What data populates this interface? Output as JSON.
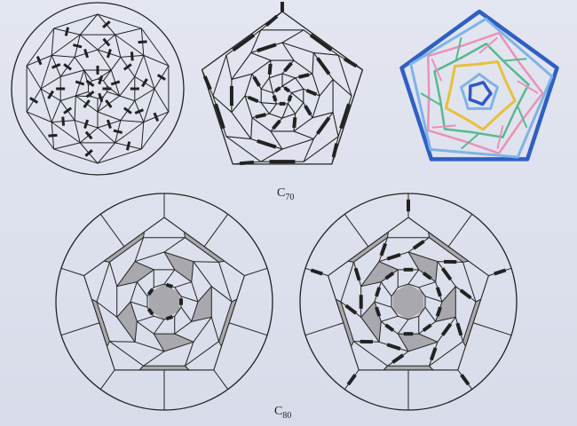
{
  "labels": {
    "c70": {
      "base": "C",
      "sub": "70"
    },
    "c80": {
      "base": "C",
      "sub": "80"
    }
  },
  "colors": {
    "line": "#222222",
    "shade": "#a8a8ae",
    "ring_outer": "#2e5fc4",
    "ring_light": "#7fb3e6",
    "ring_pink": "#e892b8",
    "ring_green": "#58b98f",
    "ring_yellow": "#e8c03a",
    "ring_inner": "#2f58c8"
  }
}
